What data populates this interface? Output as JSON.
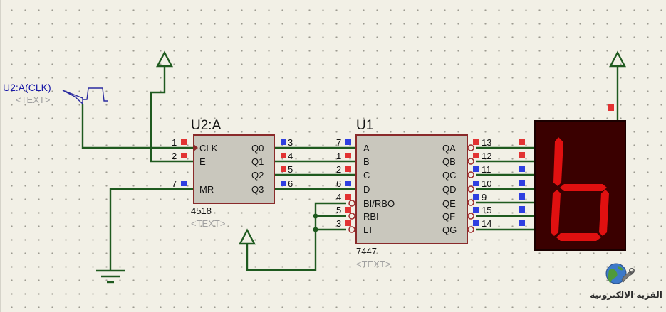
{
  "generator": {
    "label": "U2:A(CLK)",
    "placeholder": "<TEXT>"
  },
  "u2": {
    "ref": "U2:A",
    "part": "4518",
    "placeholder": "<TEXT>",
    "pins_left": [
      {
        "num": "1",
        "name": "CLK"
      },
      {
        "num": "2",
        "name": "E"
      },
      {
        "num": "7",
        "name": "MR"
      }
    ],
    "pins_right": [
      {
        "num": "3",
        "name": "Q0"
      },
      {
        "num": "4",
        "name": "Q1"
      },
      {
        "num": "5",
        "name": "Q2"
      },
      {
        "num": "6",
        "name": "Q3"
      }
    ]
  },
  "u1": {
    "ref": "U1",
    "part": "7447",
    "placeholder": "<TEXT>",
    "pins_left": [
      {
        "num": "7",
        "name": "A"
      },
      {
        "num": "1",
        "name": "B"
      },
      {
        "num": "2",
        "name": "C"
      },
      {
        "num": "6",
        "name": "D"
      },
      {
        "num": "4",
        "name": "BI/RBO"
      },
      {
        "num": "5",
        "name": "RBI"
      },
      {
        "num": "3",
        "name": "LT"
      }
    ],
    "pins_right": [
      {
        "num": "13",
        "name": "QA"
      },
      {
        "num": "12",
        "name": "QB"
      },
      {
        "num": "11",
        "name": "QC"
      },
      {
        "num": "10",
        "name": "QD"
      },
      {
        "num": "9",
        "name": "QE"
      },
      {
        "num": "15",
        "name": "QF"
      },
      {
        "num": "14",
        "name": "QG"
      }
    ]
  },
  "display": {
    "digit_shown": "6",
    "segment_color": "#e01010",
    "body_color": "#3a0000"
  },
  "logo": {
    "text": "القرية الالكترونية",
    "icon": "globe-wrench-icon"
  },
  "colors": {
    "wire": "#1f5a1f",
    "pin_high": "#e23333",
    "pin_low": "#2f3fe0",
    "chip_fill": "#c9c7bd"
  }
}
